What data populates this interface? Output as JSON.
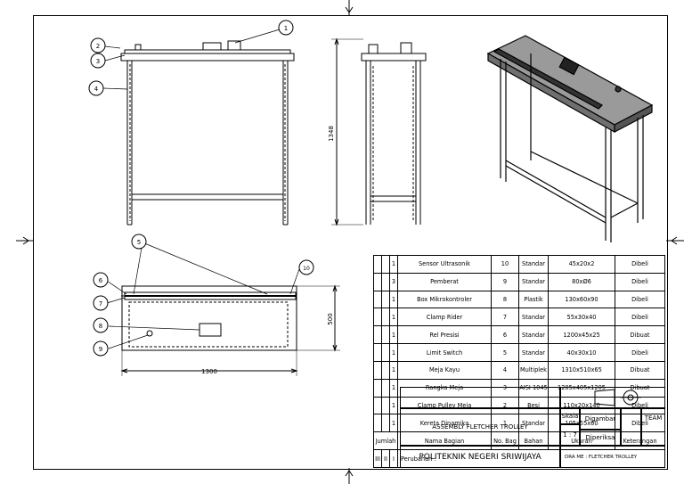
{
  "parts": [
    {
      "qty": "1",
      "name": "Sensor Ultrasonik",
      "no": "10",
      "material": "Standar",
      "size": "45x20x2",
      "note": "Dibeli"
    },
    {
      "qty": "3",
      "name": "Pemberat",
      "no": "9",
      "material": "Standar",
      "size": "80xØ6",
      "note": "Dibeli"
    },
    {
      "qty": "1",
      "name": "Box Mikrokontroler",
      "no": "8",
      "material": "Plastik",
      "size": "130x60x90",
      "note": "Dibeli"
    },
    {
      "qty": "1",
      "name": "Clamp Rider",
      "no": "7",
      "material": "Standar",
      "size": "55x30x40",
      "note": "Dibeli"
    },
    {
      "qty": "1",
      "name": "Rel Presisi",
      "no": "6",
      "material": "Standar",
      "size": "1200x45x25",
      "note": "Dibuat"
    },
    {
      "qty": "1",
      "name": "Limit Switch",
      "no": "5",
      "material": "Standar",
      "size": "40x30x10",
      "note": "Dibeli"
    },
    {
      "qty": "1",
      "name": "Meja Kayu",
      "no": "4",
      "material": "Multiplek",
      "size": "1310x510x65",
      "note": "Dibuat"
    },
    {
      "qty": "1",
      "name": "Rangka Meja",
      "no": "3",
      "material": "AISI 1045",
      "size": "1205x405x1205",
      "note": "Dibuat"
    },
    {
      "qty": "1",
      "name": "Clamp Pulley Meja",
      "no": "2",
      "material": "Besi",
      "size": "110x20x140",
      "note": "Dibeli"
    },
    {
      "qty": "1",
      "name": "Kereta Dinamika",
      "no": "1",
      "material": "Standar",
      "size": "105x55x60",
      "note": "Dibeli"
    }
  ],
  "header": {
    "jumlah": "Jumlah",
    "nama": "Nama Bagian",
    "no": "No. Bag",
    "bahan": "Bahan",
    "ukuran": "Ukuran",
    "keterangan": "Keterangan"
  },
  "revision": {
    "c1": "III",
    "c2": "II",
    "c3": "I",
    "label": "Perubahan :"
  },
  "title_block": {
    "title": "ASSEMBLY FLETCHER TROLLEY",
    "skala_label": "Skala",
    "skala_value": "1 : 7",
    "digambar": "Digambar",
    "diperiksa": "Diperiksa",
    "team": "TEAM",
    "institution": "POLITEKNIK NEGERI SRIWIJAYA",
    "drawing_name": "DRA ME : FLETCHER TROLLEY"
  },
  "dimensions": {
    "height": "1348",
    "width": "1300",
    "depth": "500"
  },
  "balloons": [
    "1",
    "2",
    "3",
    "4",
    "5",
    "6",
    "7",
    "8",
    "9",
    "10"
  ]
}
